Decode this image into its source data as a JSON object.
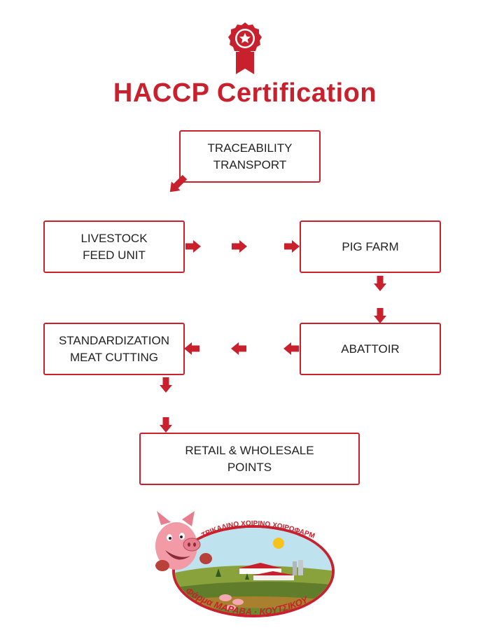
{
  "header": {
    "title": "HACCP Certification",
    "icon": "award-ribbon-icon"
  },
  "colors": {
    "accent": "#c8202c",
    "text": "#222222",
    "background": "#ffffff"
  },
  "flow": {
    "traceability": {
      "line1": "TRACEABILITY",
      "line2": "TRANSPORT"
    },
    "feed_unit": {
      "line1": "LIVESTOCK",
      "line2": "FEED UNIT"
    },
    "pig_farm": {
      "line1": "PIG FARM"
    },
    "abattoir": {
      "line1": "ABATTOIR"
    },
    "standardization": {
      "line1": "STANDARDIZATION",
      "line2": "MEAT CUTTING"
    },
    "retail": {
      "line1": "RETAIL & WHOLESALE",
      "line2": "POINTS"
    }
  },
  "logo": {
    "top_text": "ΤΡΙΚΑΛΙΝΟ ΧΟΙΡΙΝΟ ΧΟΙΡΟΦΑΡΜ",
    "bottom_text": "Φάρμα ΜΑΡΑΒΑ · ΚΟΥΤΣΙΚΟΥ"
  }
}
